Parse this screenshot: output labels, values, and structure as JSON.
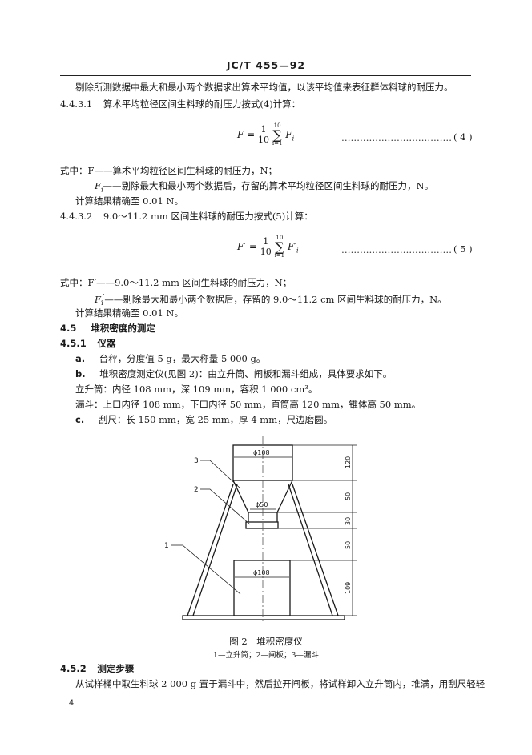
{
  "header": {
    "code": "JC/T 455—92"
  },
  "para_intro": "剔除所测数据中最大和最小两个数据求出算术平均值，以该平均值来表征群体料球的耐压力。",
  "s4431": {
    "number": "4.4.3.1",
    "text": "算术平均粒径区间生料球的耐压力按式(4)计算："
  },
  "eq4": {
    "lhs": "F =",
    "num": "1",
    "den": "10",
    "sum_top": "10",
    "sum_bottom": "i=1",
    "term": "F",
    "sub": "i",
    "dots": "………………………………",
    "tag": "( 4 )"
  },
  "where4": {
    "line1": "式中：F——算术平均粒径区间生料球的耐压力，N；",
    "line2_sym": "F",
    "line2_sub": "i",
    "line2_rest": "——剔除最大和最小两个数据后，存留的算术平均粒径区间生料球的耐压力，N。",
    "line3": "计算结果精确至 0.01 N。"
  },
  "s4432": {
    "number": "4.4.3.2",
    "text": "9.0～11.2 mm 区间生料球的耐压力按式(5)计算："
  },
  "eq5": {
    "lhs": "F′ =",
    "num": "1",
    "den": "10",
    "sum_top": "10",
    "sum_bottom": "i=1",
    "term": "F′",
    "sub": "i",
    "dots": "………………………………",
    "tag": "( 5 )"
  },
  "where5": {
    "line1": "式中：F′——9.0～11.2 mm 区间生料球的耐压力，N；",
    "line2_sym": "F",
    "line2_sub": "i",
    "line2_sup": "′",
    "line2_rest": "——剔除最大和最小两个数据后，存留的 9.0～11.2 cm 区间生料球的耐压力，N。",
    "line3": "计算结果精确至 0.01 N。"
  },
  "s45": {
    "number": "4.5",
    "title": "堆积密度的测定"
  },
  "s451": {
    "number": "4.5.1",
    "title": "仪器"
  },
  "items": [
    {
      "label": "a.",
      "text": "台秤，分度值 5 g，最大称量 5 000 g。"
    },
    {
      "label": "b.",
      "text": "堆积密度测定仪(见图 2)：由立升筒、闸板和漏斗组成，具体要求如下。"
    }
  ],
  "cylinder": "立升筒：内径 108 mm，深 109 mm，容积 1 000 cm³。",
  "funnel": "漏斗：上口内径 108 mm，下口内径 50 mm，直筒高 120 mm，锥体高 50 mm。",
  "item_c": {
    "label": "c.",
    "text": "刮尺：长 150 mm，宽 25 mm，厚 4 mm，尺边磨圆。"
  },
  "figure": {
    "callouts": [
      "3",
      "2",
      "1"
    ],
    "dim_top": "ϕ108",
    "dim_mid": "ϕ50",
    "dim_bottom": "ϕ108",
    "dims_right": [
      "120",
      "50",
      "30",
      "50",
      "109"
    ],
    "caption": "图 2　堆积密度仪",
    "legend": "1—立升筒；2—闸板；3—漏斗"
  },
  "s452": {
    "number": "4.5.2",
    "title": "测定步骤"
  },
  "last_para": "从试样桶中取生料球 2 000 g 置于漏斗中，然后拉开闸板，将试样卸入立升筒内，堆满，用刮尺轻轻",
  "page_number": "4"
}
